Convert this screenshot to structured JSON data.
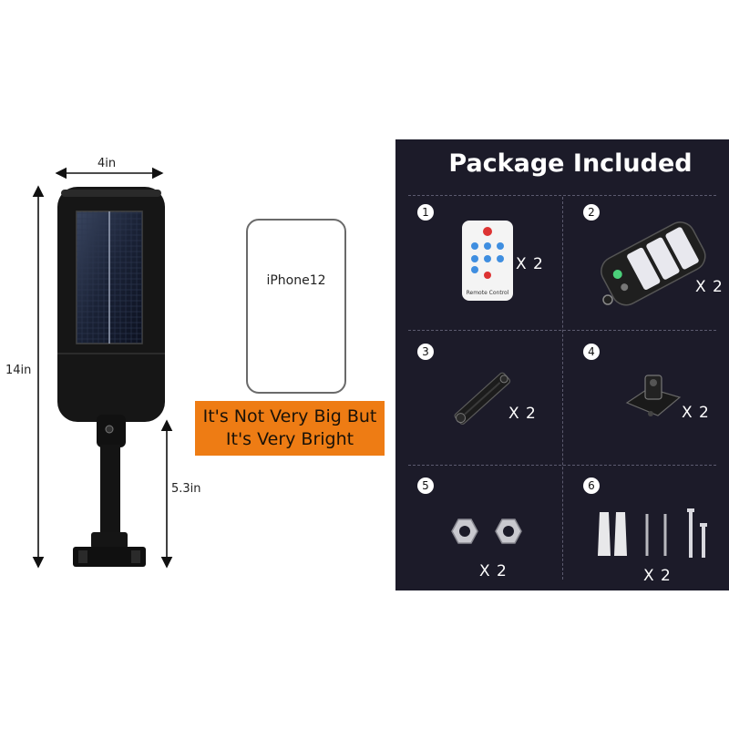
{
  "dimensions": {
    "width": "4in",
    "height": "14in",
    "pole": "5.3in"
  },
  "phone": {
    "label": "iPhone12"
  },
  "promo": {
    "line1": "It's Not Very Big But",
    "line2": "It's Very Bright"
  },
  "package": {
    "title": "Package Included",
    "items": [
      {
        "number": "1",
        "name": "remote-control",
        "quantity": "X 2",
        "caption": "Remote Control"
      },
      {
        "number": "2",
        "name": "solar-street-light",
        "quantity": "X 2"
      },
      {
        "number": "3",
        "name": "mounting-bracket-arm",
        "quantity": "X 2"
      },
      {
        "number": "4",
        "name": "wall-mount-base",
        "quantity": "X 2"
      },
      {
        "number": "5",
        "name": "hex-nuts",
        "quantity": "X 2"
      },
      {
        "number": "6",
        "name": "anchors-and-screws",
        "quantity": "X 2"
      }
    ]
  },
  "colors": {
    "panel_bg": "#1c1b29",
    "accent_orange": "#ee7c14",
    "product_black": "#161616"
  }
}
